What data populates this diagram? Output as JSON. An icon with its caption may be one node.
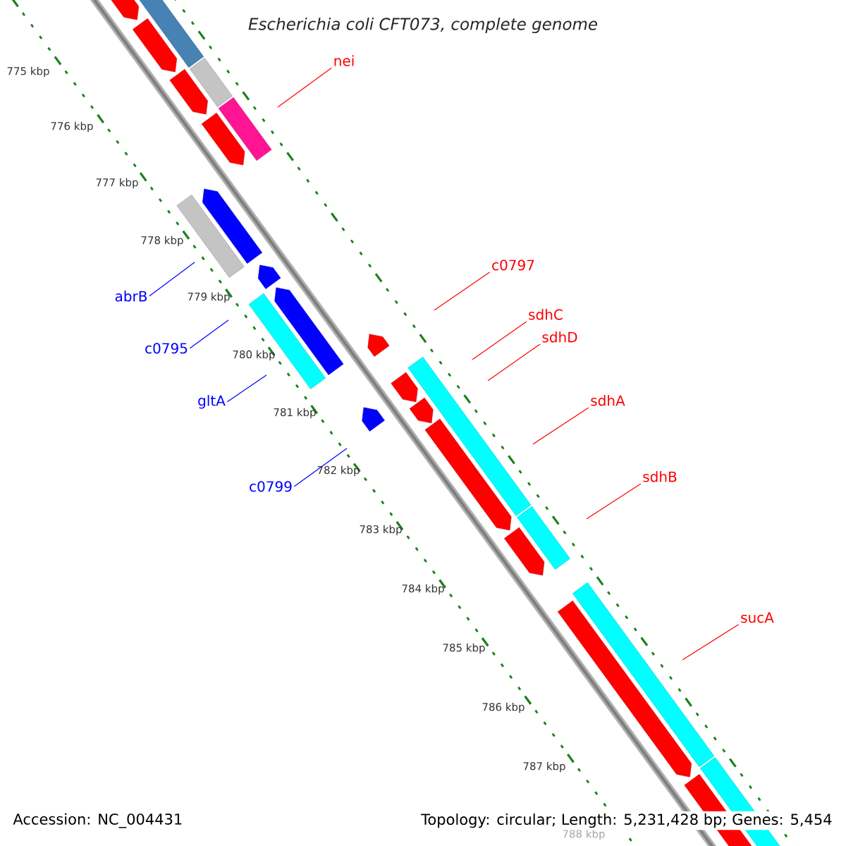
{
  "diagram": {
    "title": "Escherichia coli CFT073, complete genome",
    "nodes": [
      {
        "text": [
          "nei"
        ]
      },
      {
        "text": [
          "c0797"
        ]
      },
      {
        "text": [
          "abrB"
        ]
      },
      {
        "text": [
          "sdhC"
        ]
      },
      {
        "text": [
          "sdhD"
        ]
      },
      {
        "text": [
          "c0795"
        ]
      },
      {
        "text": [
          "sdhA"
        ]
      },
      {
        "text": [
          "gltA"
        ]
      },
      {
        "text": [
          "sdhB"
        ]
      },
      {
        "text": [
          "c0799"
        ]
      },
      {
        "text": [
          "sucA"
        ]
      }
    ],
    "edges": [
      {
        "from": 0,
        "to": null,
        "arrow": "none"
      },
      {
        "from": 1,
        "to": null,
        "arrow": "none"
      },
      {
        "from": 2,
        "to": null,
        "arrow": "none",
        "color": "#0000ff"
      },
      {
        "from": 3,
        "to": null,
        "arrow": "none"
      },
      {
        "from": 4,
        "to": null,
        "arrow": "none"
      },
      {
        "from": 5,
        "to": null,
        "arrow": "none",
        "color": "#0000ff"
      },
      {
        "from": 6,
        "to": null,
        "arrow": "none"
      },
      {
        "from": 7,
        "to": null,
        "arrow": "none",
        "color": "#0000ff"
      },
      {
        "from": 8,
        "to": null,
        "arrow": "none"
      },
      {
        "from": 9,
        "to": null,
        "arrow": "none",
        "color": "#0000ff"
      },
      {
        "from": 10,
        "to": null,
        "arrow": "none"
      }
    ],
    "labels": [
      "775 kbp",
      "776 kbp",
      "777 kbp",
      "778 kbp",
      "779 kbp",
      "780 kbp",
      "781 kbp",
      "782 kbp",
      "783 kbp",
      "784 kbp",
      "785 kbp",
      "786 kbp",
      "787 kbp",
      "788 kbp",
      "Accession: NC_004431",
      "Topology: circular; Length: 5,231,428 bp; Genes: 5,454"
    ]
  }
}
